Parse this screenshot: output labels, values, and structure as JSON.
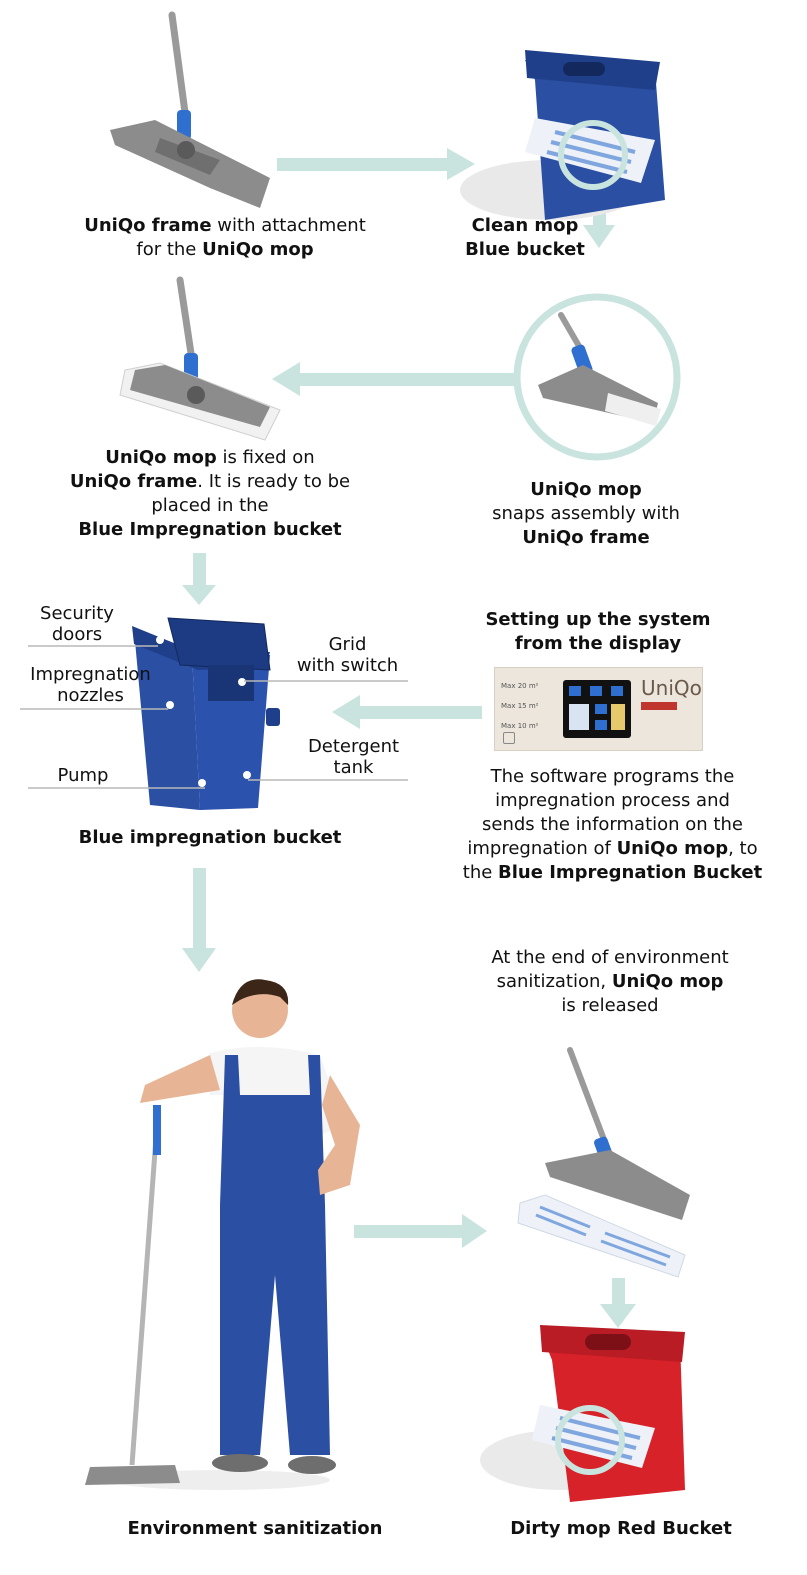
{
  "step1": {
    "bold_a": "UniQo frame",
    "text_a": " with attachment",
    "text_b": "for the ",
    "bold_b": "UniQo mop"
  },
  "step2": {
    "line1": "Clean mop",
    "line2": "Blue  bucket"
  },
  "step3": {
    "bold_a": "UniQo mop",
    "text_a": " is fixed on",
    "bold_b": "UniQo frame",
    "text_b": ". It is ready to be",
    "line3": "placed in the",
    "bold_c": "Blue Impregnation bucket"
  },
  "step4": {
    "bold_a": "UniQo mop",
    "line2": "snaps assembly with",
    "bold_b": "UniQo frame"
  },
  "bucket_labels": {
    "security_1": "Security",
    "security_2": "doors",
    "nozzles_1": "Impregnation",
    "nozzles_2": "nozzles",
    "pump": "Pump",
    "grid_1": "Grid",
    "grid_2": "with switch",
    "tank_1": "Detergent",
    "tank_2": "tank",
    "caption": "Blue impregnation  bucket"
  },
  "display": {
    "heading_1": "Setting up the system",
    "heading_2": "from the display",
    "brand": "UniQo",
    "max_labels": [
      "Max 20 m²",
      "Max 15 m²",
      "Max 10 m²"
    ],
    "desc_1": "The software programs the",
    "desc_2": "impregnation process and",
    "desc_3": "sends the information on the",
    "desc_4a": "impregnation of ",
    "desc_4b": "UniQo mop",
    "desc_4c": ", to",
    "desc_5a": "the ",
    "desc_5b": "Blue Impregnation Bucket"
  },
  "release": {
    "line1": "At the end of environment",
    "line2a": "sanitization, ",
    "line2b": "UniQo mop",
    "line3": "is released"
  },
  "bottom": {
    "left_caption": "Environment sanitization",
    "right_caption": "Dirty mop  Red Bucket"
  },
  "colors": {
    "arrow": "#c9e3df",
    "bucket_blue": "#2a4fa3",
    "bucket_red": "#d8222a",
    "frame_grey": "#8c8c8c",
    "handle_blue": "#2f6fd0"
  }
}
